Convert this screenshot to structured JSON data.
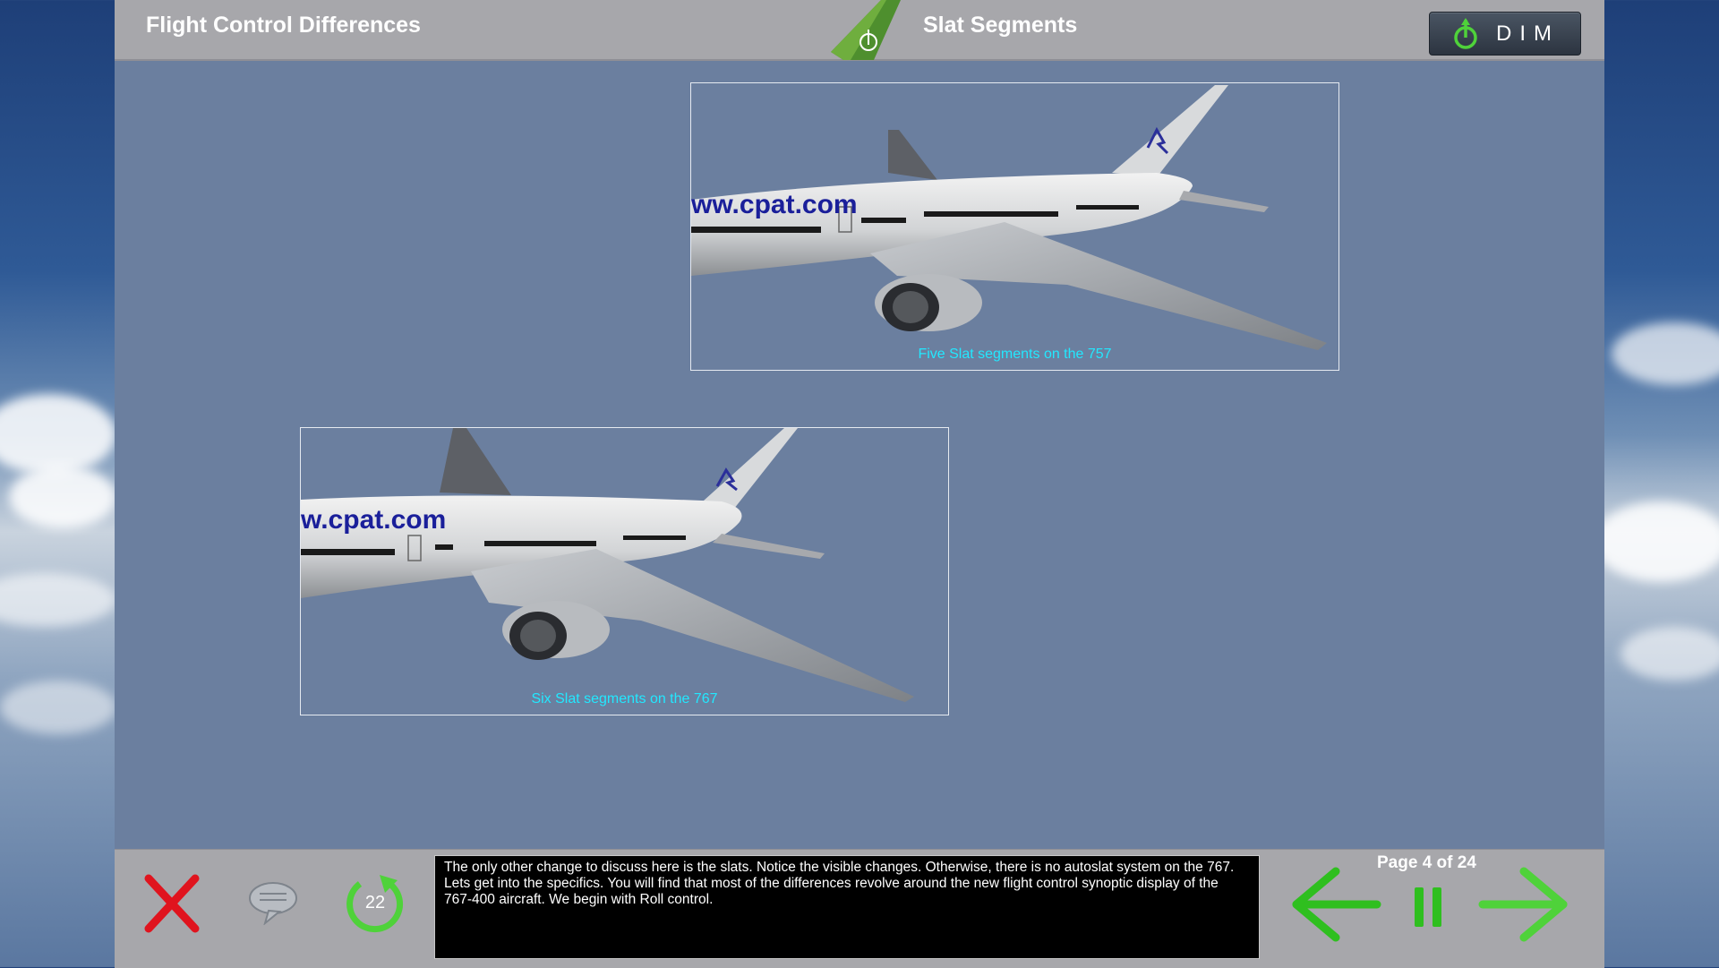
{
  "header": {
    "course_title": "Flight Control Differences",
    "page_title": "Slat Segments",
    "dim_label": "DIM"
  },
  "figures": [
    {
      "id": "757",
      "caption": "Five Slat segments on the 757",
      "livery_text": "ww.cpat.com"
    },
    {
      "id": "767",
      "caption": "Six Slat segments on the 767",
      "livery_text": "w.cpat.com"
    }
  ],
  "footer": {
    "replay_count": "22",
    "narration": "The only other change to discuss here is the slats.  Notice the visible changes.  Otherwise, there is no autoslat system on the 767.  Lets get into the specifics.  You will find that most of the differences revolve around the new flight control synoptic display of the 767-400 aircraft.  We begin with Roll control.",
    "page_counter": "Page 4 of 24"
  },
  "colors": {
    "accent_green": "#4fd23a",
    "exit_red": "#e0141e",
    "caption_cyan": "#22e8ff",
    "content_bg": "#6b7f9f",
    "bar_gray": "#a7a7ab"
  },
  "icons": {
    "exit": "close-x-icon",
    "chat": "speech-bubble-icon",
    "replay": "replay-arrow-icon",
    "prev": "arrow-left-icon",
    "pause": "pause-icon",
    "next": "arrow-right-icon",
    "dim": "power-icon"
  }
}
